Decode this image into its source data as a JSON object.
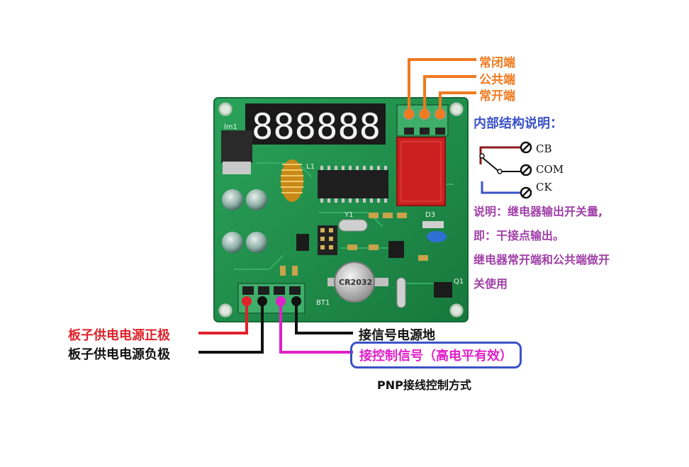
{
  "board": {
    "display_digits": "888888",
    "silk": {
      "lm1": "lm1",
      "l1": "L1",
      "d3": "D3",
      "y1": "Y1",
      "bt1": "BT1",
      "q1": "Q1",
      "battery_text": "CR2032"
    }
  },
  "relay_terminals": {
    "nc_label": "常闭端",
    "common_label": "公共端",
    "no_label": "常开端"
  },
  "internal_structure": {
    "title": "内部结构说明：",
    "cb": "CB",
    "com": "COM",
    "ck": "CK"
  },
  "explanation": {
    "line1": "说明：继电器输出开关量,",
    "line2": "即：干接点输出。",
    "line3": "继电器常开端和公共端做开",
    "line4": "关使用"
  },
  "input_terminals": {
    "power_positive": "板子供电电源正极",
    "power_negative": "板子供电电源负极",
    "signal_ground": "接信号电源地",
    "control_signal": "接控制信号（高电平有效）"
  },
  "caption": "PNP接线控制方式",
  "colors": {
    "board_green": "#1f8f4a",
    "orange": "#f07a1f",
    "red": "#e0222a",
    "magenta": "#e020c8",
    "blue": "#3a52c7",
    "purple": "#a040a8",
    "dark_red": "#8b1a1a"
  }
}
